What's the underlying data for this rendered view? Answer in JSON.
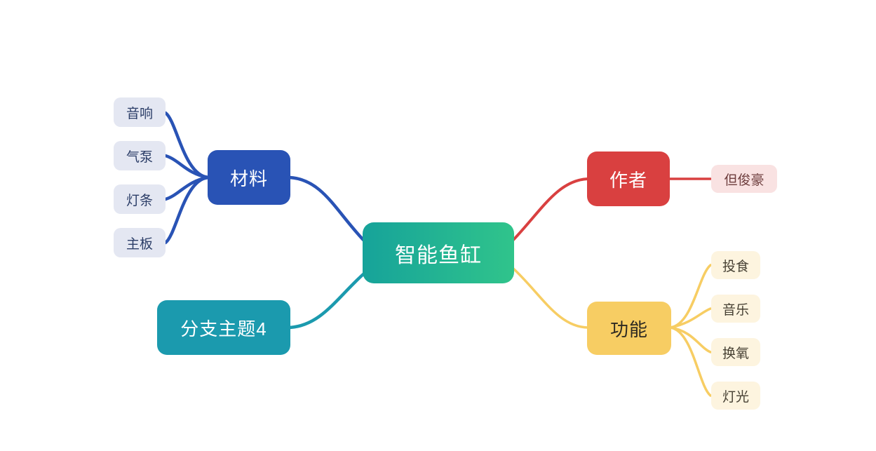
{
  "mindmap": {
    "root": {
      "label": "智能鱼缸",
      "gradient_from": "#16a39a",
      "gradient_to": "#30c48b",
      "text_color": "#ffffff"
    },
    "branches": [
      {
        "label": "材料",
        "color": "#2953b5",
        "child_bg": "#e4e7f2",
        "child_text_color": "#2c3e68",
        "side": "left",
        "children": [
          {
            "label": "音响"
          },
          {
            "label": "气泵"
          },
          {
            "label": "灯条"
          },
          {
            "label": "主板"
          }
        ]
      },
      {
        "label": "作者",
        "color": "#d94040",
        "child_bg": "#f9e2e2",
        "child_text_color": "#6f3f3f",
        "side": "right",
        "children": [
          {
            "label": "但俊豪"
          }
        ]
      },
      {
        "label": "分支主题4",
        "color": "#1b9aae",
        "side": "left",
        "children": []
      },
      {
        "label": "功能",
        "color": "#f7cd63",
        "child_bg": "#fdf4df",
        "child_text_color": "#474134",
        "side": "right",
        "children": [
          {
            "label": "投食"
          },
          {
            "label": "音乐"
          },
          {
            "label": "换氧"
          },
          {
            "label": "灯光"
          }
        ]
      }
    ]
  }
}
